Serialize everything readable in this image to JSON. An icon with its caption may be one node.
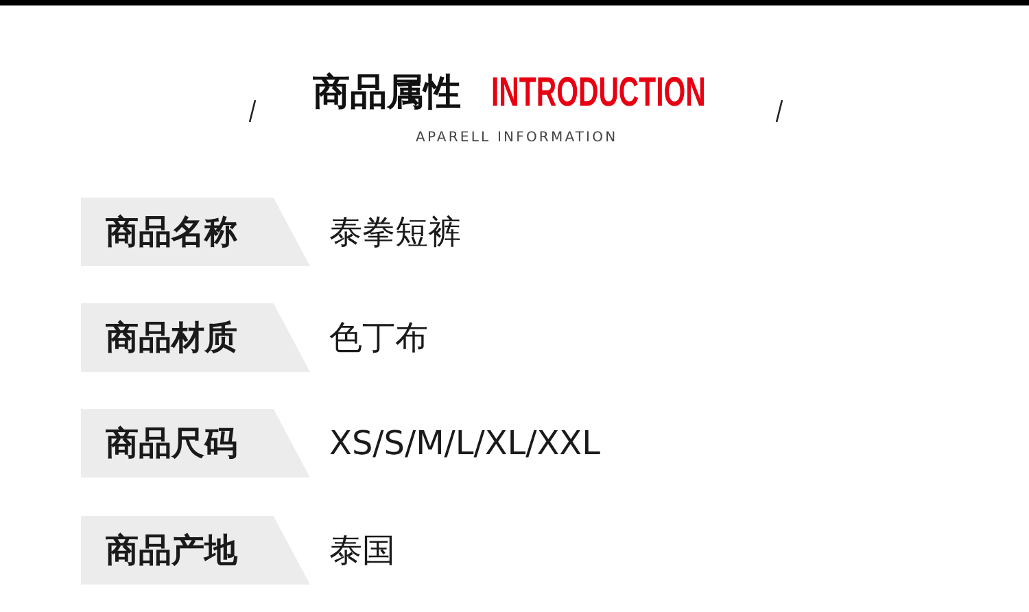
{
  "diagram": {
    "title": "商品属性",
    "nodes": [
      {
        "text": [
          "商品名称"
        ]
      },
      {
        "text": [
          "商品材质"
        ]
      },
      {
        "text": [
          "商品尺码"
        ]
      },
      {
        "text": [
          "商品产地"
        ]
      }
    ],
    "labels": [
      "INTRODUCTION",
      "APARELL INFORMATION",
      "泰拳短裤",
      "色丁布",
      "XS/S/M/L/XL/XXL",
      "泰国"
    ]
  }
}
